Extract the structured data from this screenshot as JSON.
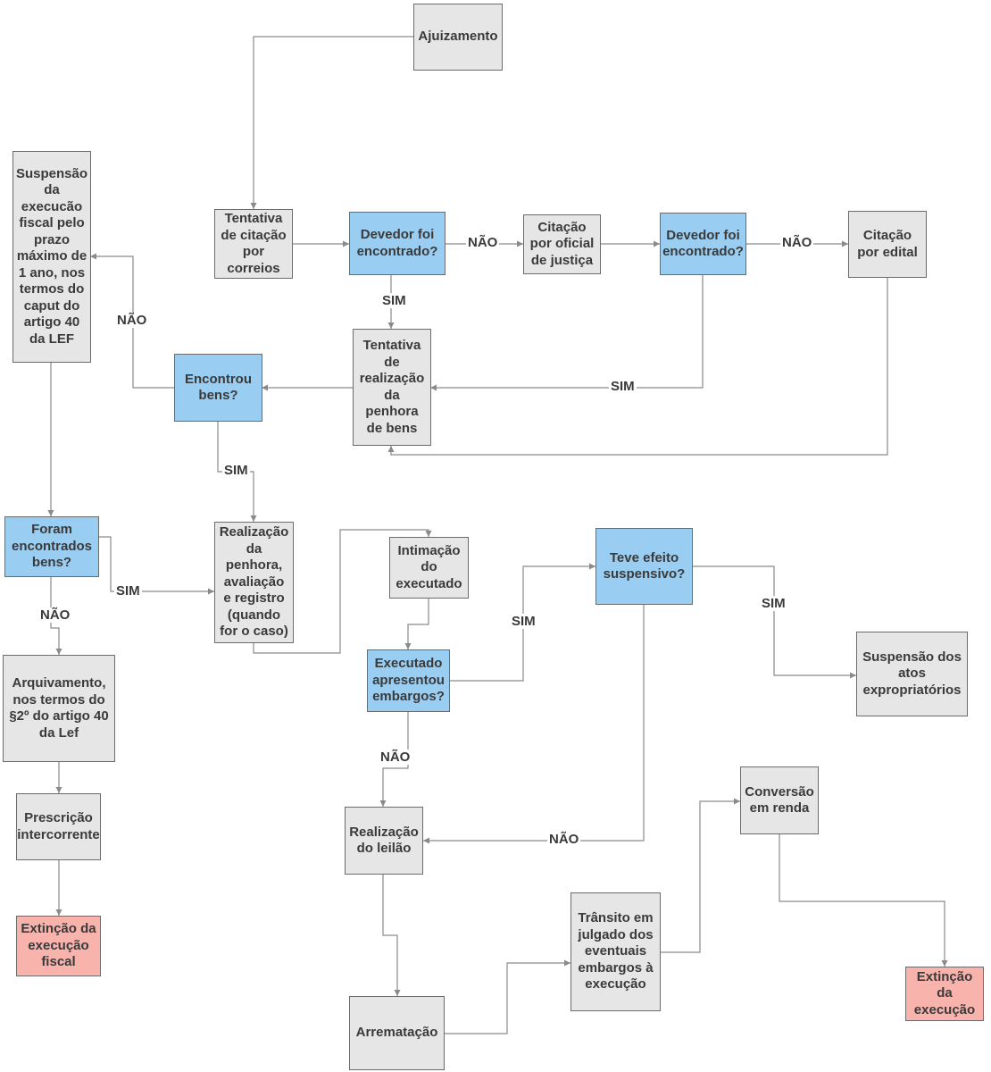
{
  "nodes": {
    "ajuizamento": "Ajuizamento",
    "tentativa_citacao": "Tentativa de citação por correios",
    "devedor1": "Devedor foi encontrado?",
    "citacao_oficial": "Citação por oficial de justiça",
    "devedor2": "Devedor foi encontrado?",
    "citacao_edital": "Citação por edital",
    "suspensao": "Suspensão da execucão fiscal pelo prazo máximo de 1 ano,  nos termos do caput do artigo 40 da LEF",
    "encontrou_bens": "Encontrou bens?",
    "tentativa_penhora": "Tentativa de realização da penhora de bens",
    "foram_encontrados": "Foram encontrados bens?",
    "realizacao_penhora": "Realização da penhora, avaliação e registro (quando for o caso)",
    "intimacao": "Intimação do executado",
    "teve_efeito": "Teve efeito suspensivo?",
    "arquivamento": "Arquivamento, nos termos do §2º do artigo 40 da Lef",
    "executado_embargos": "Executado apresentou embargos?",
    "suspensao_atos": "Suspensão dos atos expropriatórios",
    "prescricao": "Prescrição intercorrente",
    "realizacao_leilao": "Realização do leilão",
    "conversao": "Conversão em renda",
    "extincao_fiscal": "Extinção da execução fiscal",
    "transito": "Trânsito em julgado dos eventuais embargos à execução",
    "arrematacao": "Arrematação",
    "extincao_execucao": "Extinção da execução"
  },
  "labels": {
    "nao": "NÃO",
    "sim": "SIM"
  },
  "colors": {
    "process": "#e6e6e6",
    "decision": "#99cdf2",
    "terminal": "#f8b3ad",
    "line": "#8a8a8a"
  }
}
